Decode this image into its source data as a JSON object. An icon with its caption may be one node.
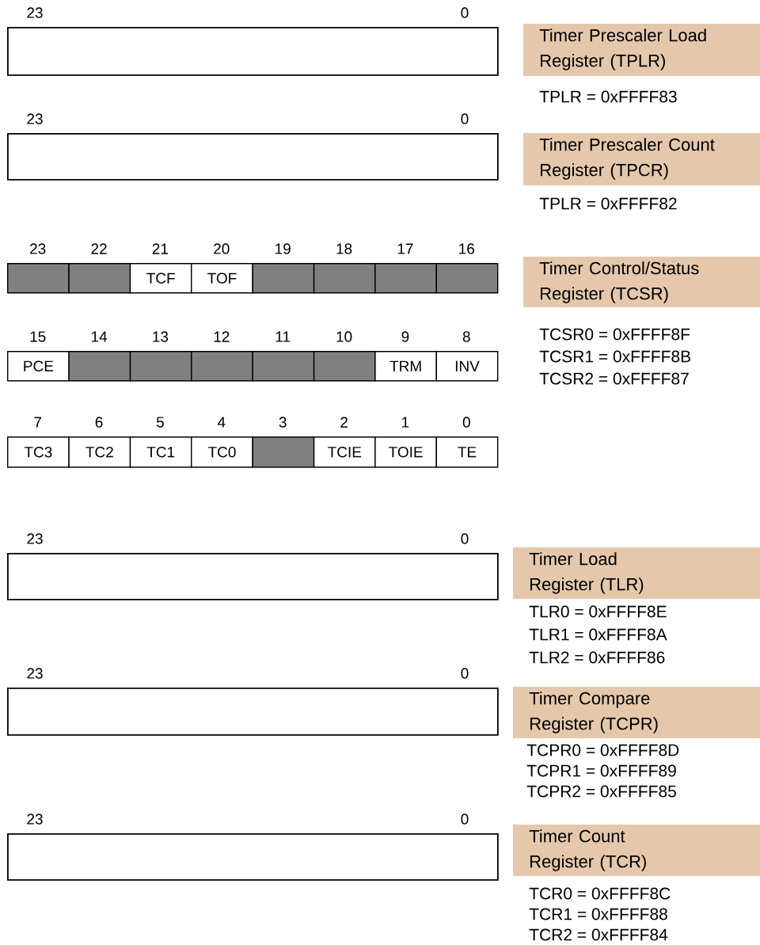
{
  "diagram": {
    "nodes": [
      {
        "text": [],
        "shape": "box"
      },
      {
        "text": [
          "Timer Prescaler Load Register (TPLR)"
        ],
        "beside": [
          "TPLR = 0xFFFF83"
        ]
      },
      {
        "text": [],
        "shape": "box"
      },
      {
        "text": [
          "Timer Prescaler Count Register (TPCR)"
        ],
        "beside": [
          "TPLR = 0xFFFF82"
        ]
      },
      {
        "text": [],
        "shape": "box"
      },
      {
        "text": [],
        "shape": "box"
      },
      {
        "text": [
          "TCF"
        ]
      },
      {
        "text": [
          "TOF"
        ]
      },
      {
        "text": [],
        "shape": "box"
      },
      {
        "text": [],
        "shape": "box"
      },
      {
        "text": [],
        "shape": "box"
      },
      {
        "text": [],
        "shape": "box"
      },
      {
        "text": [
          "Timer Control/Status Register (TCSR)"
        ],
        "beside": [
          "TCSR0 = 0xFFFF8F",
          "TCSR1 = 0xFFFF8B",
          "TCSR2 = 0xFFFF87"
        ]
      },
      {
        "text": [
          "PCE"
        ]
      },
      {
        "text": [],
        "shape": "box"
      },
      {
        "text": [],
        "shape": "box"
      },
      {
        "text": [],
        "shape": "box"
      },
      {
        "text": [],
        "shape": "box"
      },
      {
        "text": [],
        "shape": "box"
      },
      {
        "text": [
          "TRM"
        ]
      },
      {
        "text": [
          "INV"
        ]
      },
      {
        "text": [
          "TC3"
        ]
      },
      {
        "text": [
          "TC2"
        ]
      },
      {
        "text": [
          "TC1"
        ]
      },
      {
        "text": [
          "TC0"
        ]
      },
      {
        "text": [],
        "shape": "box"
      },
      {
        "text": [
          "TCIE"
        ]
      },
      {
        "text": [
          "TOIE"
        ]
      },
      {
        "text": [
          "TE"
        ]
      },
      {
        "text": [],
        "shape": "box"
      },
      {
        "text": [
          "Timer Load Register (TLR)"
        ],
        "beside": [
          "TLR0 = 0xFFFF8E",
          "TLR1 = 0xFFFF8A",
          "TLR2 = 0xFFFF86"
        ]
      },
      {
        "text": [],
        "shape": "box"
      },
      {
        "text": [
          "Timer Compare Register (TCPR)"
        ],
        "beside": [
          "TCPR0 = 0xFFFF8D",
          "TCPR1 = 0xFFFF89",
          "TCPR2 = 0xFFFF85"
        ]
      },
      {
        "text": [],
        "shape": "box"
      },
      {
        "text": [
          "Timer Count Register (TCR)"
        ],
        "beside": [
          "TCR0 = 0xFFFF8C",
          "TCR1 = 0xFFFF88",
          "TCR2 = 0xFFFF84"
        ]
      }
    ],
    "labels": [
      "23",
      "0",
      "23",
      "0",
      "23",
      "22",
      "21",
      "20",
      "19",
      "18",
      "17",
      "16",
      "15",
      "14",
      "13",
      "12",
      "11",
      "10",
      "9",
      "8",
      "7",
      "6",
      "5",
      "4",
      "3",
      "2",
      "1",
      "0",
      "23",
      "0",
      "23",
      "0",
      "23",
      "0"
    ]
  }
}
